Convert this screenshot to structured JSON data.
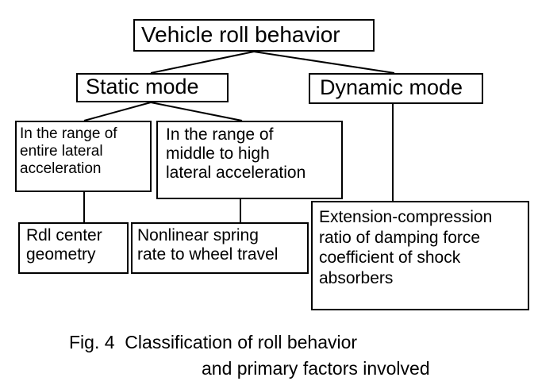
{
  "diagram": {
    "root": "Vehicle roll  behavior",
    "static_mode": "Static  mode",
    "dynamic_mode": "Dynamic mode",
    "range_entire": "In the range of\nentire lateral\nacceleration",
    "range_middle_high": "In the range of\nmiddle to high\nlateral acceleration",
    "roll_center": "Rdl center\ngeometry",
    "nonlinear_spring": "Nonlinear spring\nrate to wheel travel",
    "extension_compression": "Extension-compression\nratio of damping force\ncoefficient of shock\nabsorbers"
  },
  "caption": {
    "line1": "Fig. 4  Classification of roll behavior",
    "line2": "and primary factors involved"
  }
}
